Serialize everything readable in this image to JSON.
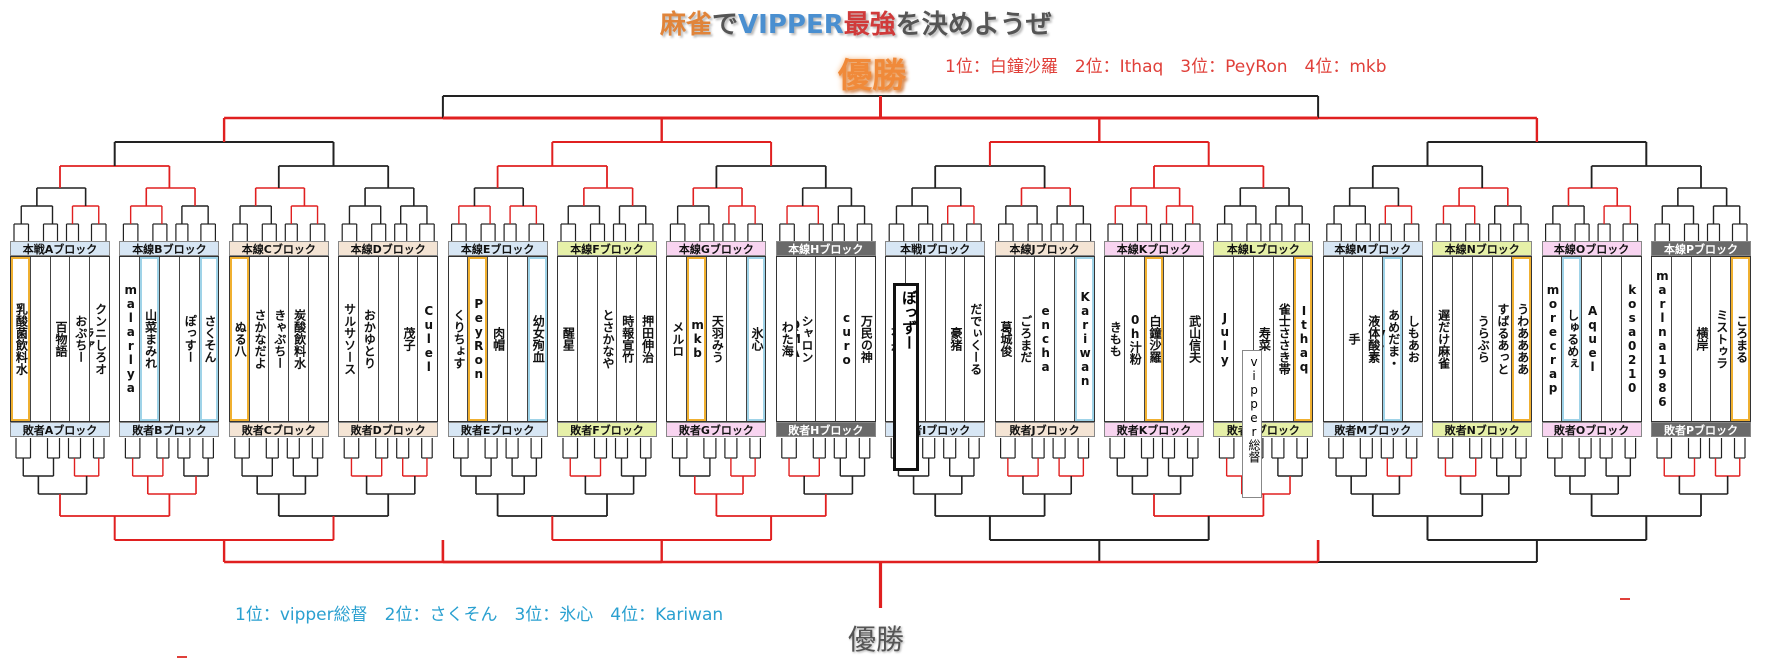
{
  "title": {
    "p1": "麻雀",
    "p2": "で",
    "p3": "VIPPER",
    "p4": "最強",
    "p5": "を決めようぜ"
  },
  "winner_label_top": "優勝",
  "ranking_top": "1位：白鐘沙羅　2位：Ithaq　3位：PeyRon　4位：mkb",
  "winner_label_bottom": "優勝",
  "ranking_bottom": "1位：vipper総督　2位：さくそん　3位：氷心　4位：Kariwan",
  "colors": {
    "line": "#222222",
    "win": "#e02020",
    "hl_orange": "#f0b030",
    "hl_blue": "#9fd3e8"
  },
  "popups": {
    "p1": "ぼっずー",
    "p2": "vipper総督"
  },
  "blocks": [
    {
      "top": "本戦Aブロック",
      "bottom": "敗者Aブロック",
      "color": "#d7e6f4",
      "players": [
        "乳酸菌飲料水",
        "",
        "百物語",
        "おぷちー",
        "クンニしろオラァ"
      ],
      "hl": {
        "0": "o"
      }
    },
    {
      "top": "本線Bブロック",
      "bottom": "敗者Bブロック",
      "color": "#d7e6f4",
      "players": [
        "malarlya",
        "山菜まみれ",
        "",
        "ぽっすー",
        "さくそん"
      ],
      "hl": {
        "1": "b",
        "4": "b"
      }
    },
    {
      "top": "本線Cブロック",
      "bottom": "敗者Cブロック",
      "color": "#f4e4d4",
      "players": [
        "ぬる八",
        "さかなだよ",
        "きゃぷちー",
        "炭酸飲料水",
        ""
      ],
      "hl": {
        "0": "o"
      }
    },
    {
      "top": "本線Dブロック",
      "bottom": "敗者Dブロック",
      "color": "#f4e4d4",
      "players": [
        "サルサソース",
        "おかゆとり",
        "",
        "茂子",
        "Culel"
      ],
      "hl": {}
    },
    {
      "top": "本線Eブロック",
      "bottom": "敗者Eブロック",
      "color": "#d7e6f4",
      "players": [
        "くりちょす",
        "PeyRon",
        "肉帽",
        "",
        "幼女殉血"
      ],
      "hl": {
        "1": "o",
        "4": "b"
      }
    },
    {
      "top": "本線Fブロック",
      "bottom": "敗者Fブロック",
      "color": "#e6f0a8",
      "players": [
        "醒星",
        "",
        "とさかなや",
        "時報宣竹",
        "押田伸治"
      ],
      "hl": {}
    },
    {
      "top": "本線Gブロック",
      "bottom": "敗者Gブロック",
      "color": "#f8d4f0",
      "players": [
        "メルロ",
        "mkb",
        "天羽みう",
        "",
        "氷心"
      ],
      "hl": {
        "1": "o",
        "4": "b"
      }
    },
    {
      "top": "本線Hブロック",
      "bottom": "敗者Hブロック",
      "color": "#6a6a6a",
      "players": [
        "わた海",
        "シャロンQMA",
        "",
        "curo",
        "万民の神"
      ],
      "hl": {}
    },
    {
      "top": "本戦Iブロック",
      "bottom": "敗者Iブロック",
      "color": "#d7e6f4",
      "players": [
        "花舟",
        "",
        "",
        "豪猪",
        "だでぃくーる"
      ],
      "hl": {}
    },
    {
      "top": "本線Jブロック",
      "bottom": "敗者Jブロック",
      "color": "#f4e4d4",
      "players": [
        "葛城俊",
        "ごろまだ",
        "encha",
        "",
        "Kariwan"
      ],
      "hl": {
        "4": "b"
      }
    },
    {
      "top": "本線Kブロック",
      "bottom": "敗者Kブロック",
      "color": "#f8d4f0",
      "players": [
        "きもも",
        "0h汁粉",
        "白鐘沙羅",
        "",
        "武山信夫"
      ],
      "hl": {
        "2": "o"
      }
    },
    {
      "top": "本線Lブロック",
      "bottom": "敗者Lブロック",
      "color": "#e6f0a8",
      "players": [
        "July",
        "",
        "寿菜",
        "雀士ささき帯",
        "Ithaq"
      ],
      "hl": {
        "4": "o"
      }
    },
    {
      "top": "本線Mブロック",
      "bottom": "敗者Mブロック",
      "color": "#d7e6f4",
      "players": [
        "",
        "手",
        "液体酸素",
        "あめだま・v・",
        "しもあお"
      ],
      "hl": {
        "3": "b"
      }
    },
    {
      "top": "本線Nブロック",
      "bottom": "敗者Nブロック",
      "color": "#e6f0a8",
      "players": [
        "遅だけ麻雀",
        "",
        "うらぶら",
        "すばるあっと",
        "うわああああ"
      ],
      "hl": {
        "4": "o"
      }
    },
    {
      "top": "本線Oブロック",
      "bottom": "敗者Oブロック",
      "color": "#f8d4f0",
      "players": [
        "morecrap",
        "しゅるめぇ",
        "Aquel",
        "",
        "kosa0210"
      ],
      "hl": {
        "1": "b"
      }
    },
    {
      "top": "本線Pブロック",
      "bottom": "敗者Pブロック",
      "color": "#6a6a6a",
      "players": [
        "marlna1986",
        "",
        "横岸",
        "ミストゥラ",
        "ころまる"
      ],
      "hl": {
        "4": "o"
      }
    }
  ]
}
